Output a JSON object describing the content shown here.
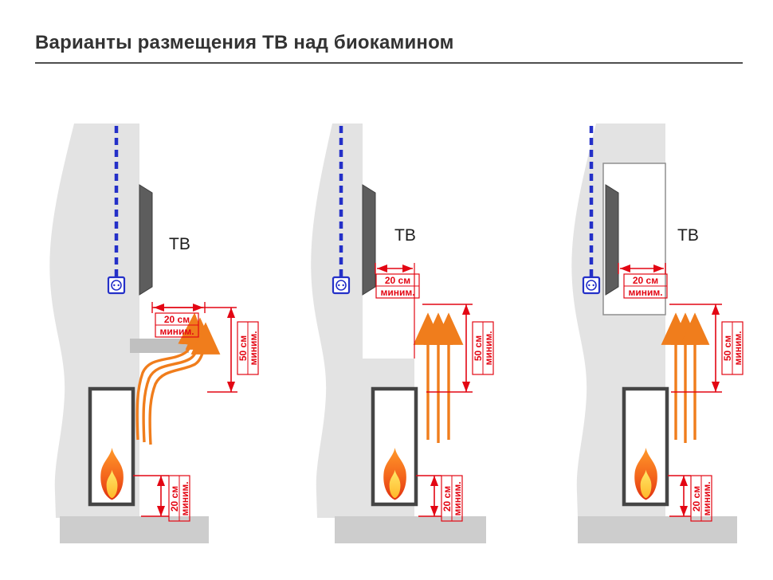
{
  "title": "Варианты размещения ТВ над биокамином",
  "colors": {
    "wall": "#e3e3e3",
    "floor": "#cdcdcd",
    "shelf": "#c0c0c0",
    "tv_panel": "#5d5d5d",
    "dimension_red": "#e30613",
    "cable_blue": "#2430c8",
    "heat_orange": "#f07d1c"
  },
  "panels": [
    {
      "name": "variant-with-shelf",
      "tv_label": "ТВ",
      "dims": {
        "tv_gap": {
          "value": "20 см",
          "qual": "миним."
        },
        "clearance": {
          "value": "50 см",
          "qual": "миним."
        },
        "floor_gap": {
          "value": "20 см",
          "qual": "миним."
        }
      }
    },
    {
      "name": "variant-with-step",
      "tv_label": "ТВ",
      "dims": {
        "tv_gap": {
          "value": "20 см",
          "qual": "миним."
        },
        "clearance": {
          "value": "50 см",
          "qual": "миним."
        },
        "floor_gap": {
          "value": "20 см",
          "qual": "миним."
        }
      }
    },
    {
      "name": "variant-with-niche",
      "tv_label": "ТВ",
      "dims": {
        "tv_gap": {
          "value": "20 см",
          "qual": "миним."
        },
        "clearance": {
          "value": "50 см",
          "qual": "миним."
        },
        "floor_gap": {
          "value": "20 см",
          "qual": "миним."
        }
      }
    }
  ]
}
